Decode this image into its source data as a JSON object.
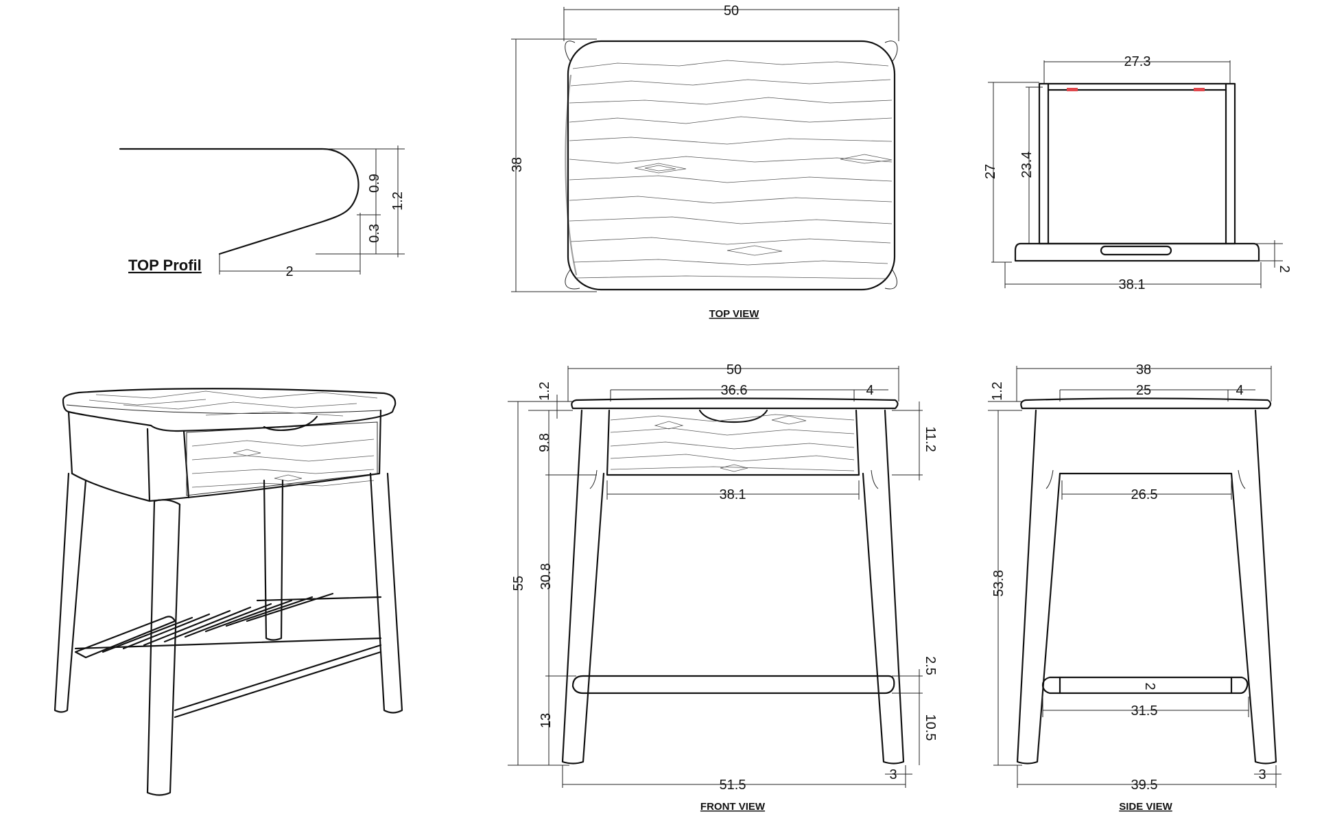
{
  "profile": {
    "title": "TOP Profil",
    "dims": {
      "h1": "0.9",
      "h2": "1.2",
      "h3": "0.3",
      "w": "2"
    }
  },
  "top_view": {
    "caption": "TOP VIEW",
    "dims": {
      "width": "50",
      "depth": "38"
    }
  },
  "drawer_view": {
    "dims": {
      "inner_width": "27.3",
      "height": "27",
      "inner_height": "23.4",
      "thickness": "2",
      "width": "38.1"
    }
  },
  "front_view": {
    "caption": "FRONT VIEW",
    "dims": {
      "top_width": "50",
      "drawer_width": "36.6",
      "offset": "4",
      "top_thickness": "1.2",
      "apron": "9.8",
      "drawer_height": "11.2",
      "inner_width": "38.1",
      "height": "55",
      "clear_height": "30.8",
      "rail": "2.5",
      "rail_height": "13",
      "rail_height2": "10.5",
      "base_width": "51.5",
      "leg": "3"
    }
  },
  "side_view": {
    "caption": "SIDE VIEW",
    "dims": {
      "top_depth": "38",
      "inner": "25",
      "offset": "4",
      "top_thickness": "1.2",
      "apron_width": "26.5",
      "height": "53.8",
      "rail": "2",
      "rail_width": "31.5",
      "base_depth": "39.5",
      "leg": "3"
    }
  },
  "colors": {
    "line": "#111111",
    "accent": "#e0474c",
    "background": "#ffffff"
  }
}
